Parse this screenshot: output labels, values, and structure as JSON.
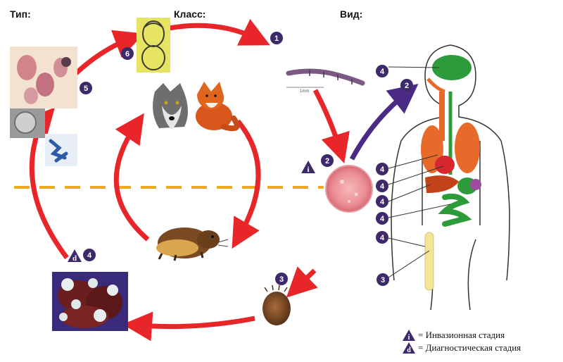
{
  "headers": {
    "type_label": "Тип:",
    "class_label": "Класс:",
    "species_label": "Вид:"
  },
  "stages": {
    "s1": "1",
    "s2_left": "2",
    "s2_right": "2",
    "s3_egg": "3",
    "s3_body": "3",
    "s4_liver": "4",
    "s4_brain": "4",
    "s4_lungs": "4",
    "s4_heart": "4",
    "s4_liver_body": "4",
    "s4_intestine": "4",
    "s4_bone": "4",
    "s5": "5",
    "s6": "6"
  },
  "scale_bar": "1mm",
  "markers": {
    "infective_letter": "i",
    "diagnostic_letter": "d"
  },
  "legend": {
    "infective": "= Инвазионная стадия",
    "diagnostic": "= Диагностическая стадия"
  },
  "colors": {
    "cycle_arrow": "#e8262a",
    "human_arrow": "#4b2a86",
    "badge": "#3d2a6b",
    "dashed_line": "#f0a81c",
    "organ_green": "#2e9b3a",
    "organ_orange": "#e86a2a",
    "organ_red": "#d7262e"
  }
}
